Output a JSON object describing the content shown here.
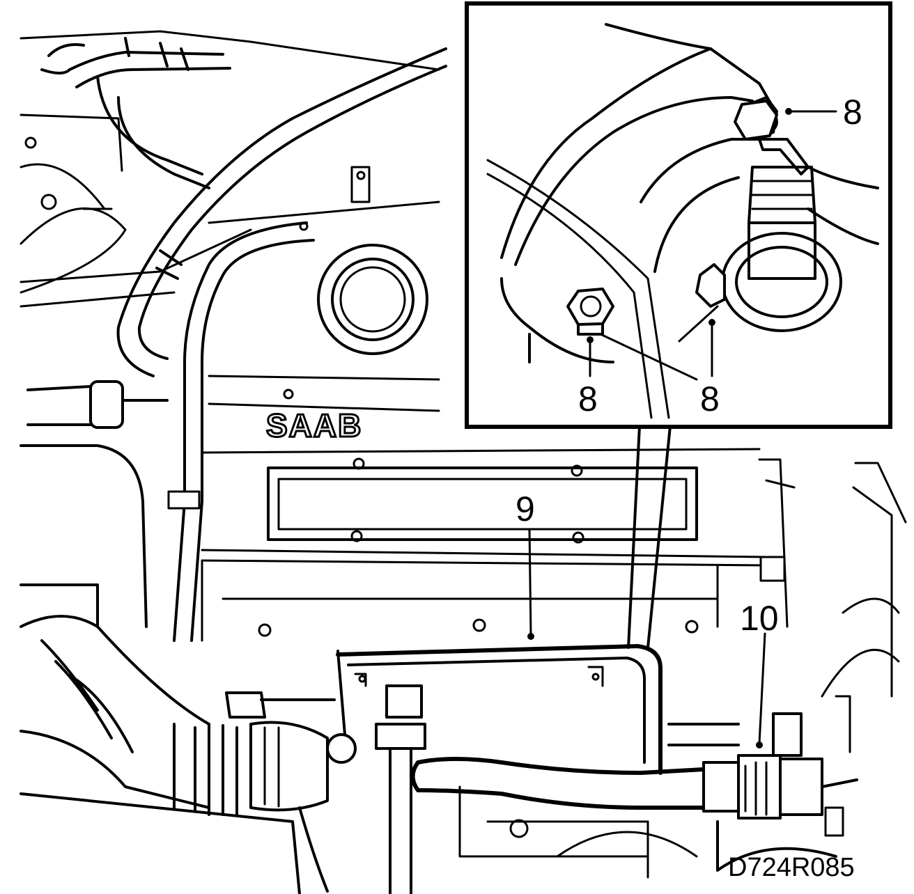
{
  "figure": {
    "logo_text": "SAAB",
    "drawing_code": "D724R085",
    "inset_callouts": [
      "8",
      "8",
      "8"
    ],
    "main_callouts": [
      "9",
      "10"
    ]
  }
}
